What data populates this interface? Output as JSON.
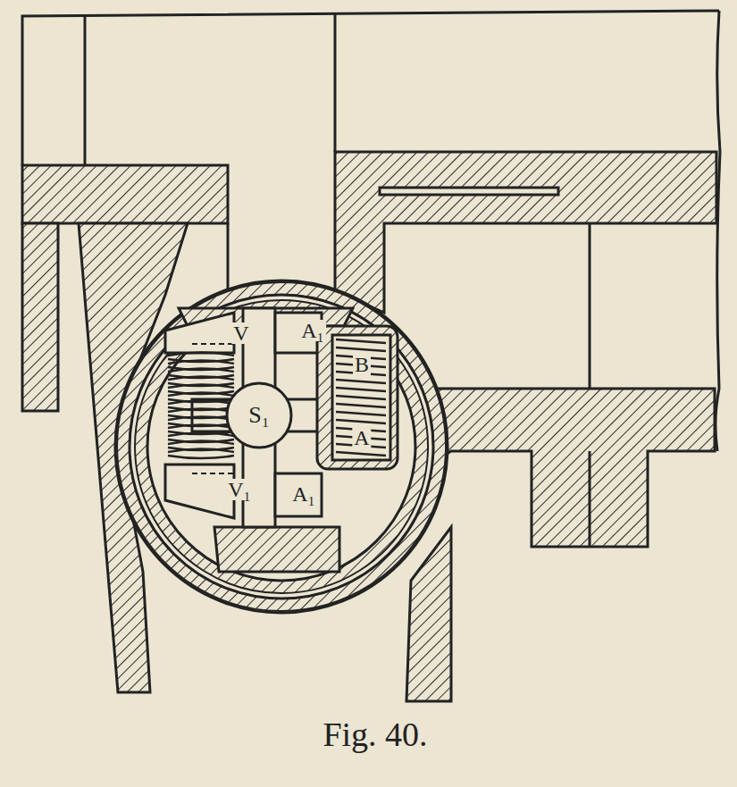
{
  "diagram": {
    "caption": "Fig. 40.",
    "nodes": [
      {
        "text": [
          "S₁"
        ]
      }
    ],
    "labels": [
      "V",
      "A₁",
      "B",
      "A",
      "V₁",
      "A₁"
    ]
  }
}
